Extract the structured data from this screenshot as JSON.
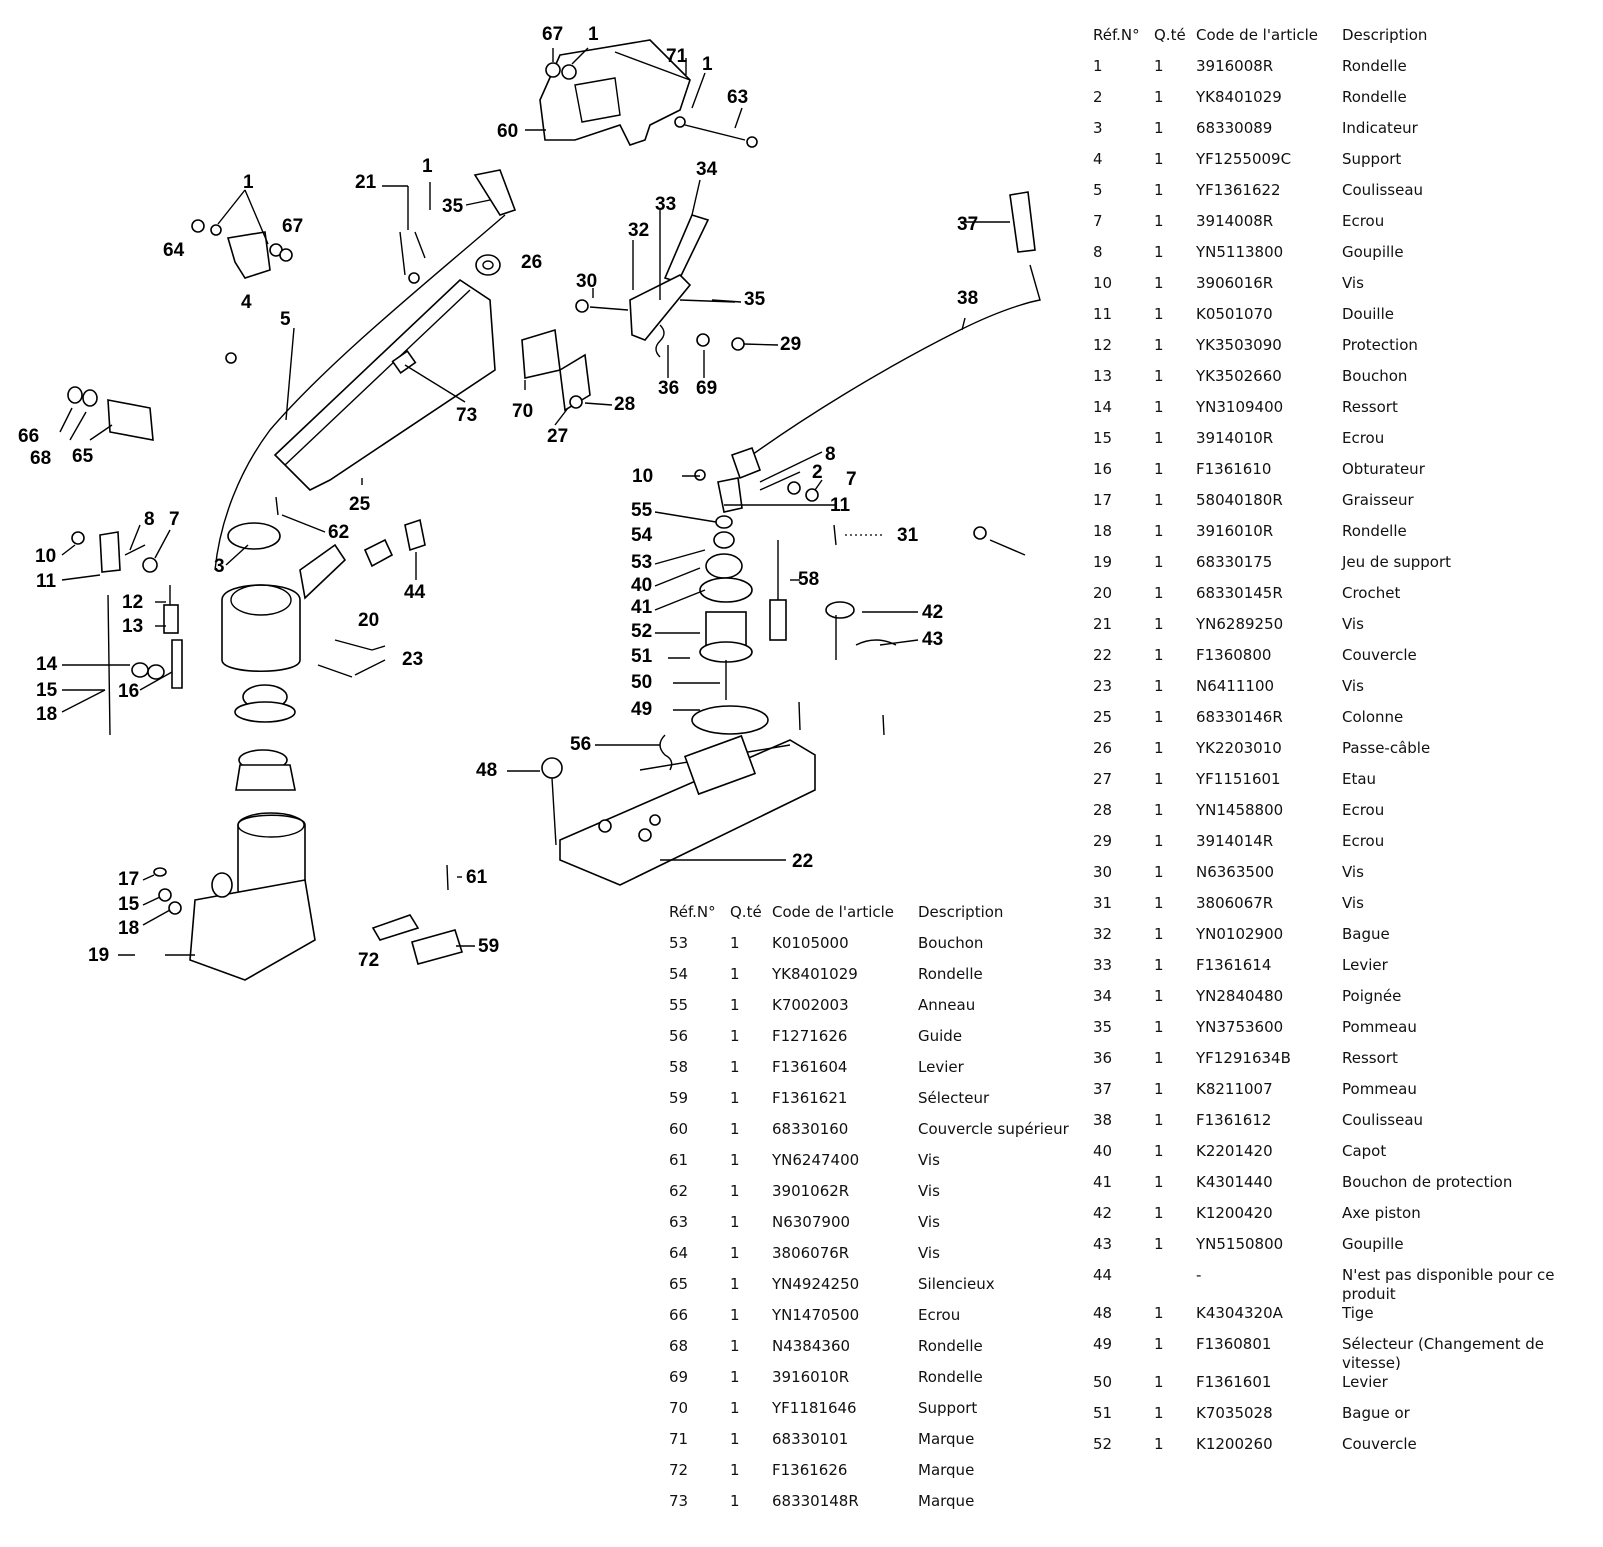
{
  "diagram": {
    "callouts": [
      "67",
      "1",
      "71",
      "1",
      "63",
      "60",
      "34",
      "33",
      "32",
      "30",
      "35",
      "36",
      "69",
      "29",
      "21",
      "1",
      "35",
      "26",
      "1",
      "67",
      "64",
      "4",
      "5",
      "73",
      "70",
      "27",
      "28",
      "37",
      "38",
      "66",
      "68",
      "65",
      "25",
      "8",
      "2",
      "7",
      "10",
      "11",
      "55",
      "54",
      "53",
      "40",
      "41",
      "52",
      "51",
      "50",
      "49",
      "31",
      "58",
      "42",
      "43",
      "8",
      "7",
      "10",
      "11",
      "62",
      "3",
      "12",
      "13",
      "14",
      "15",
      "16",
      "18",
      "20",
      "23",
      "44",
      "56",
      "48",
      "22",
      "17",
      "15",
      "18",
      "19",
      "61",
      "72",
      "59"
    ]
  },
  "table_right": {
    "headers": [
      "Réf.N°",
      "Q.té",
      "Code de l'article",
      "Description"
    ],
    "rows": [
      [
        "1",
        "1",
        "3916008R",
        "Rondelle"
      ],
      [
        "2",
        "1",
        "YK8401029",
        "Rondelle"
      ],
      [
        "3",
        "1",
        "68330089",
        "Indicateur"
      ],
      [
        "4",
        "1",
        "YF1255009C",
        "Support"
      ],
      [
        "5",
        "1",
        "YF1361622",
        "Coulisseau"
      ],
      [
        "7",
        "1",
        "3914008R",
        "Ecrou"
      ],
      [
        "8",
        "1",
        "YN5113800",
        "Goupille"
      ],
      [
        "10",
        "1",
        "3906016R",
        "Vis"
      ],
      [
        "11",
        "1",
        "K0501070",
        "Douille"
      ],
      [
        "12",
        "1",
        "YK3503090",
        "Protection"
      ],
      [
        "13",
        "1",
        "YK3502660",
        "Bouchon"
      ],
      [
        "14",
        "1",
        "YN3109400",
        "Ressort"
      ],
      [
        "15",
        "1",
        "3914010R",
        "Ecrou"
      ],
      [
        "16",
        "1",
        "F1361610",
        "Obturateur"
      ],
      [
        "17",
        "1",
        "58040180R",
        "Graisseur"
      ],
      [
        "18",
        "1",
        "3916010R",
        "Rondelle"
      ],
      [
        "19",
        "1",
        "68330175",
        "Jeu de support"
      ],
      [
        "20",
        "1",
        "68330145R",
        "Crochet"
      ],
      [
        "21",
        "1",
        "YN6289250",
        "Vis"
      ],
      [
        "22",
        "1",
        "F1360800",
        "Couvercle"
      ],
      [
        "23",
        "1",
        "N6411100",
        "Vis"
      ],
      [
        "25",
        "1",
        "68330146R",
        "Colonne"
      ],
      [
        "26",
        "1",
        "YK2203010",
        "Passe-câble"
      ],
      [
        "27",
        "1",
        "YF1151601",
        "Etau"
      ],
      [
        "28",
        "1",
        "YN1458800",
        "Ecrou"
      ],
      [
        "29",
        "1",
        "3914014R",
        "Ecrou"
      ],
      [
        "30",
        "1",
        "N6363500",
        "Vis"
      ],
      [
        "31",
        "1",
        "3806067R",
        "Vis"
      ],
      [
        "32",
        "1",
        "YN0102900",
        "Bague"
      ],
      [
        "33",
        "1",
        "F1361614",
        "Levier"
      ],
      [
        "34",
        "1",
        "YN2840480",
        "Poignée"
      ],
      [
        "35",
        "1",
        "YN3753600",
        "Pommeau"
      ],
      [
        "36",
        "1",
        "YF1291634B",
        "Ressort"
      ],
      [
        "37",
        "1",
        "K8211007",
        "Pommeau"
      ],
      [
        "38",
        "1",
        "F1361612",
        "Coulisseau"
      ],
      [
        "40",
        "1",
        "K2201420",
        "Capot"
      ],
      [
        "41",
        "1",
        "K4301440",
        "Bouchon de protection"
      ],
      [
        "42",
        "1",
        "K1200420",
        "Axe piston"
      ],
      [
        "43",
        "1",
        "YN5150800",
        "Goupille"
      ],
      [
        "44",
        "",
        "-",
        "N'est pas disponible pour ce produit"
      ],
      [
        "48",
        "1",
        "K4304320A",
        "Tige"
      ],
      [
        "49",
        "1",
        "F1360801",
        "Sélecteur (Changement de vitesse)"
      ],
      [
        "50",
        "1",
        "F1361601",
        "Levier"
      ],
      [
        "51",
        "1",
        "K7035028",
        "Bague or"
      ],
      [
        "52",
        "1",
        "K1200260",
        "Couvercle"
      ]
    ]
  },
  "table_left": {
    "headers": [
      "Réf.N°",
      "Q.té",
      "Code de l'article",
      "Description"
    ],
    "rows": [
      [
        "53",
        "1",
        "K0105000",
        "Bouchon"
      ],
      [
        "54",
        "1",
        "YK8401029",
        "Rondelle"
      ],
      [
        "55",
        "1",
        "K7002003",
        "Anneau"
      ],
      [
        "56",
        "1",
        "F1271626",
        "Guide"
      ],
      [
        "58",
        "1",
        "F1361604",
        "Levier"
      ],
      [
        "59",
        "1",
        "F1361621",
        "Sélecteur"
      ],
      [
        "60",
        "1",
        "68330160",
        "Couvercle supérieur"
      ],
      [
        "61",
        "1",
        "YN6247400",
        "Vis"
      ],
      [
        "62",
        "1",
        "3901062R",
        "Vis"
      ],
      [
        "63",
        "1",
        "N6307900",
        "Vis"
      ],
      [
        "64",
        "1",
        "3806076R",
        "Vis"
      ],
      [
        "65",
        "1",
        "YN4924250",
        "Silencieux"
      ],
      [
        "66",
        "1",
        "YN1470500",
        "Ecrou"
      ],
      [
        "68",
        "1",
        "N4384360",
        "Rondelle"
      ],
      [
        "69",
        "1",
        "3916010R",
        "Rondelle"
      ],
      [
        "70",
        "1",
        "YF1181646",
        "Support"
      ],
      [
        "71",
        "1",
        "68330101",
        "Marque"
      ],
      [
        "72",
        "1",
        "F1361626",
        "Marque"
      ],
      [
        "73",
        "1",
        "68330148R",
        "Marque"
      ]
    ]
  }
}
